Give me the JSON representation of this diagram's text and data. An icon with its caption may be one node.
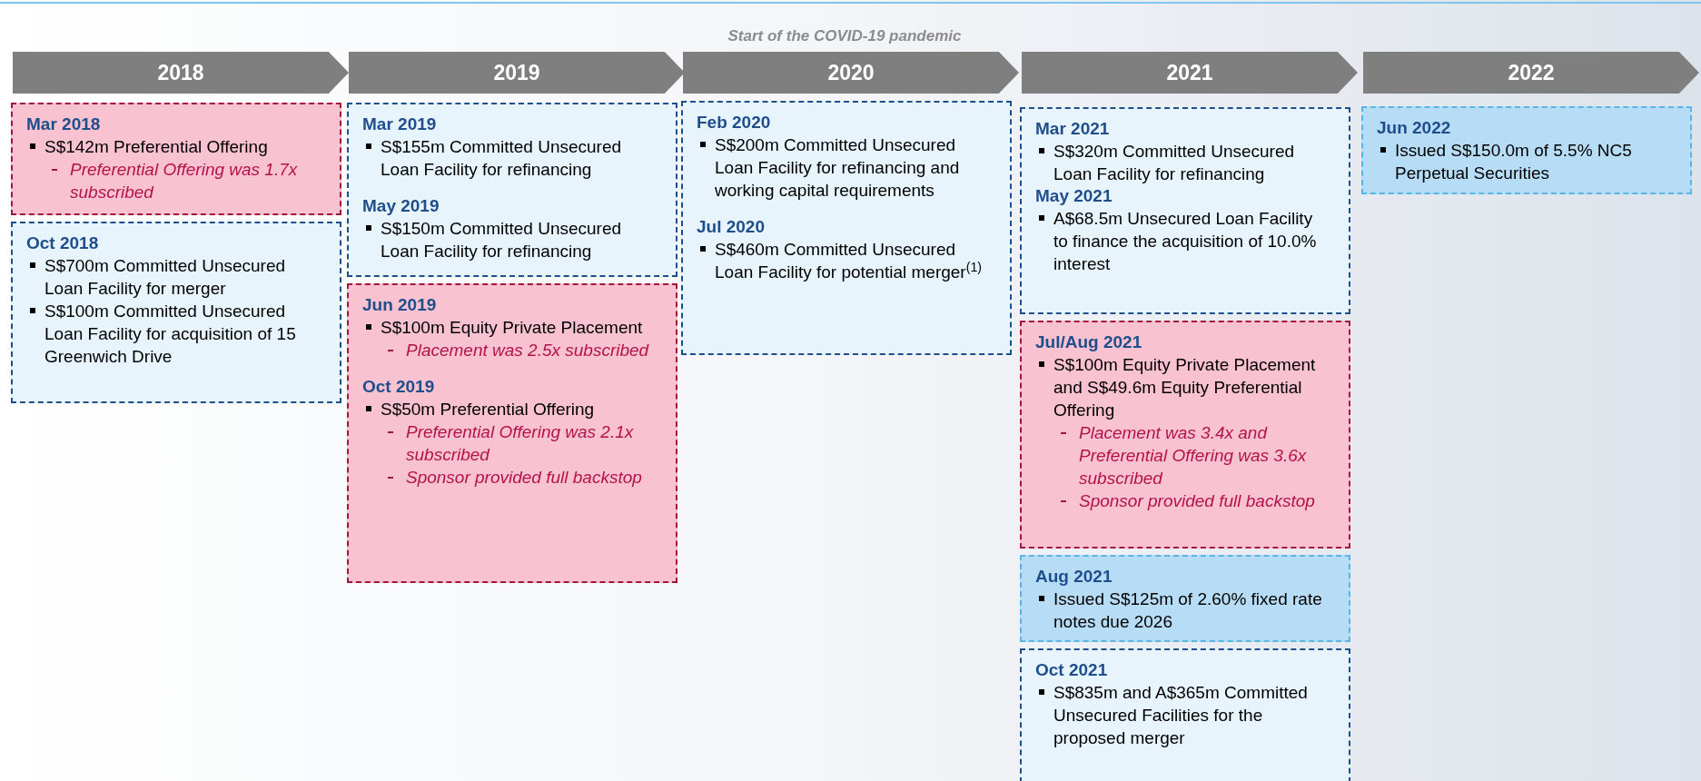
{
  "diagram": {
    "nodes": [
      {
        "text": [
          "2018"
        ]
      },
      {
        "text": [
          "2019"
        ]
      },
      {
        "text": [
          "2020"
        ]
      },
      {
        "text": [
          "2021"
        ]
      },
      {
        "text": [
          "2022"
        ]
      },
      {
        "text": [
          "Mar 2018",
          "S$142m Preferential Offering",
          "Preferential Offering was 1.7x subscribed"
        ]
      },
      {
        "text": [
          "Oct 2018",
          "S$700m Committed Unsecured Loan Facility for merger",
          "S$100m Committed Unsecured Loan Facility for acquisition of 15 Greenwich Drive"
        ]
      },
      {
        "text": [
          "Mar 2019",
          "S$155m Committed Unsecured Loan Facility for refinancing",
          "May 2019",
          "S$150m Committed Unsecured Loan Facility for refinancing"
        ]
      },
      {
        "text": [
          "Jun 2019",
          "S$100m Equity Private Placement",
          "Placement was 2.5x subscribed",
          "Oct 2019",
          "S$50m Preferential Offering",
          "Preferential Offering was 2.1x subscribed",
          "Sponsor provided full backstop"
        ]
      },
      {
        "text": [
          "Feb 2020",
          "S$200m Committed Unsecured Loan Facility for refinancing and working capital requirements",
          "Jul 2020",
          "S$460m Committed Unsecured Loan Facility for potential merger$^{(1)}$"
        ]
      },
      {
        "text": [
          "Mar 2021",
          "S$320m Committed Unsecured Loan Facility for refinancing",
          "May 2021",
          "A$68.5m Unsecured Loan Facility to finance the acquisition of 10.0% interest"
        ]
      },
      {
        "text": [
          "Jul/Aug 2021",
          "S$100m Equity Private Placement and S$49.6m Equity Preferential Offering",
          "Placement was 3.4x and Preferential Offering was 3.6x subscribed",
          "Sponsor provided full backstop"
        ]
      },
      {
        "text": [
          "Aug 2021",
          "Issued S$125m of 2.60% fixed rate notes due 2026"
        ]
      },
      {
        "text": [
          "Oct 2021",
          "S$835m and A$365m Committed Unsecured Facilities for the proposed merger"
        ]
      },
      {
        "text": [
          "Jun 2022",
          "Issued S$150.0m of 5.5% NC5 Perpetual Securities"
        ]
      }
    ],
    "labels": [
      "Start of the COVID-19 pandemic"
    ]
  }
}
